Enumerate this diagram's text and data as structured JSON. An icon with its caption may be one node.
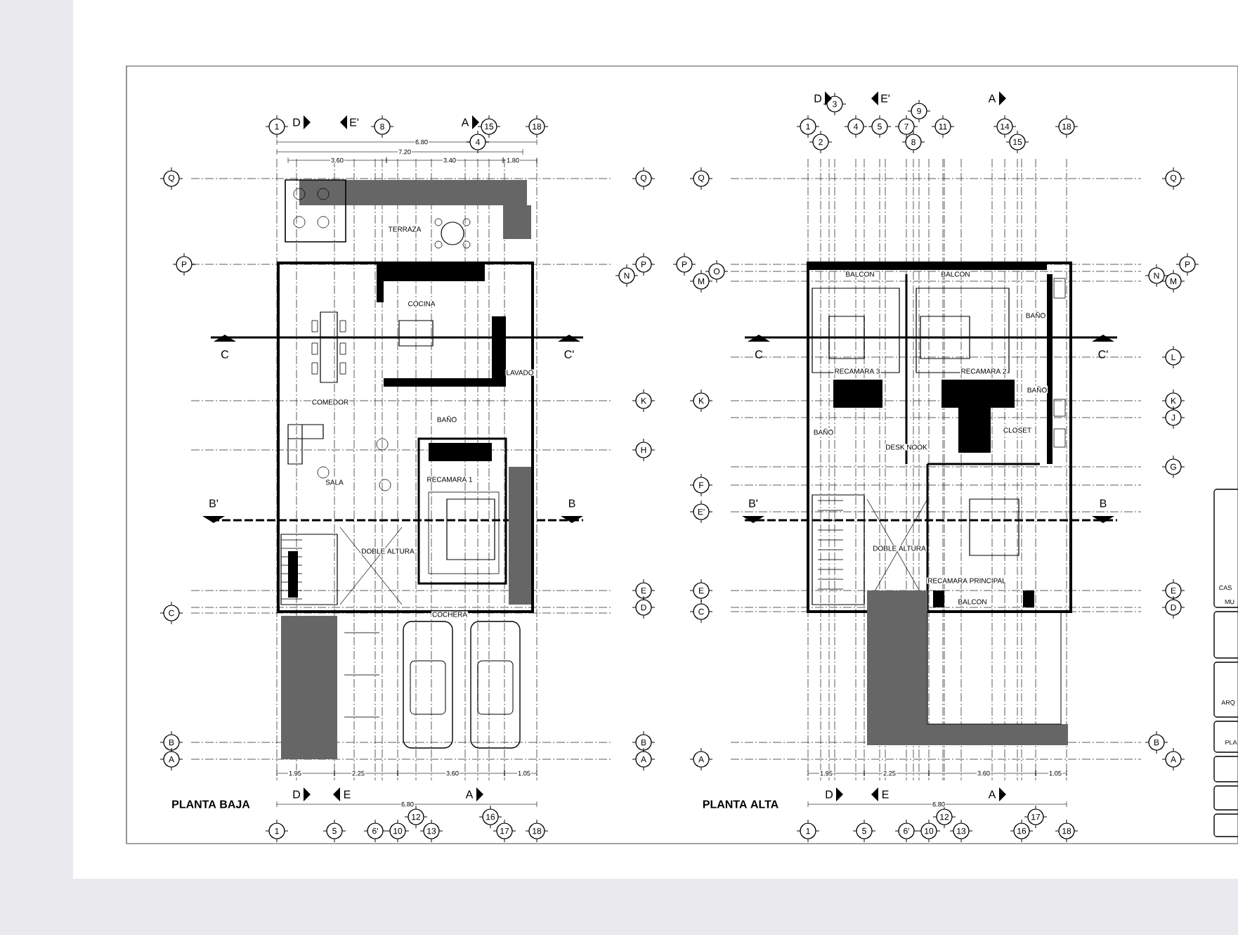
{
  "diagram": {
    "nodes": [
      {
        "text": [
          "1"
        ]
      },
      {
        "text": [
          "8"
        ]
      },
      {
        "text": [
          "15"
        ]
      },
      {
        "text": [
          "18"
        ]
      },
      {
        "text": [
          "4"
        ]
      },
      {
        "text": [
          "Q"
        ]
      },
      {
        "text": [
          "P"
        ]
      },
      {
        "text": [
          "C"
        ]
      },
      {
        "text": [
          "B"
        ]
      },
      {
        "text": [
          "A"
        ]
      },
      {
        "text": [
          "Q"
        ]
      },
      {
        "text": [
          "N"
        ]
      },
      {
        "text": [
          "P"
        ]
      },
      {
        "text": [
          "K"
        ]
      },
      {
        "text": [
          "H"
        ]
      },
      {
        "text": [
          "E"
        ]
      },
      {
        "text": [
          "D"
        ]
      },
      {
        "text": [
          "B"
        ]
      },
      {
        "text": [
          "A"
        ]
      },
      {
        "text": [
          "12"
        ]
      },
      {
        "text": [
          "16"
        ]
      },
      {
        "text": [
          "1"
        ]
      },
      {
        "text": [
          "5"
        ]
      },
      {
        "text": [
          "6'"
        ]
      },
      {
        "text": [
          "10"
        ]
      },
      {
        "text": [
          "13"
        ]
      },
      {
        "text": [
          "17"
        ]
      },
      {
        "text": [
          "18"
        ]
      },
      {
        "text": [
          "3"
        ]
      },
      {
        "text": [
          "9"
        ]
      },
      {
        "text": [
          "1"
        ]
      },
      {
        "text": [
          "4"
        ]
      },
      {
        "text": [
          "5"
        ]
      },
      {
        "text": [
          "7"
        ]
      },
      {
        "text": [
          "11"
        ]
      },
      {
        "text": [
          "14"
        ]
      },
      {
        "text": [
          "18"
        ]
      },
      {
        "text": [
          "2"
        ]
      },
      {
        "text": [
          "8"
        ]
      },
      {
        "text": [
          "15"
        ]
      },
      {
        "text": [
          "Q"
        ]
      },
      {
        "text": [
          "P"
        ]
      },
      {
        "text": [
          "O"
        ]
      },
      {
        "text": [
          "M"
        ]
      },
      {
        "text": [
          "K"
        ]
      },
      {
        "text": [
          "F"
        ]
      },
      {
        "text": [
          "E'"
        ]
      },
      {
        "text": [
          "E"
        ]
      },
      {
        "text": [
          "C"
        ]
      },
      {
        "text": [
          "A"
        ]
      },
      {
        "text": [
          "Q"
        ]
      },
      {
        "text": [
          "P"
        ]
      },
      {
        "text": [
          "N"
        ]
      },
      {
        "text": [
          "M"
        ]
      },
      {
        "text": [
          "L"
        ]
      },
      {
        "text": [
          "K"
        ]
      },
      {
        "text": [
          "J"
        ]
      },
      {
        "text": [
          "G"
        ]
      },
      {
        "text": [
          "E"
        ]
      },
      {
        "text": [
          "D"
        ]
      },
      {
        "text": [
          "B"
        ]
      },
      {
        "text": [
          "A"
        ]
      },
      {
        "text": [
          "12"
        ]
      },
      {
        "text": [
          "17"
        ]
      },
      {
        "text": [
          "1"
        ]
      },
      {
        "text": [
          "5"
        ]
      },
      {
        "text": [
          "6'"
        ]
      },
      {
        "text": [
          "10"
        ]
      },
      {
        "text": [
          "13"
        ]
      },
      {
        "text": [
          "16"
        ]
      },
      {
        "text": [
          "18"
        ]
      }
    ],
    "labels": [
      "D",
      "E'",
      "A",
      "6.80",
      "7.20",
      "3.60",
      "3.40",
      "1.80",
      "TERRAZA",
      "COCINA",
      "C",
      "C'",
      "LAVADO",
      "COMEDOR",
      "BAÑO",
      "SALA",
      "RECAMARA 1",
      "B'",
      "B",
      "DOBLE ALTURA",
      "COCHERA",
      "1.95",
      "2.25",
      "3.60",
      "1.05",
      "6.80",
      "D",
      "E",
      "A",
      "PLANTA BAJA",
      "D",
      "E'",
      "A",
      "BALCON",
      "BALCON",
      "BAÑO",
      "C",
      "C'",
      "RECAMARA 3",
      "RECAMARA 2",
      "BAÑO",
      "BAÑO",
      "CLOSET",
      "DESK NOOK",
      "B'",
      "B",
      "DOBLE ALTURA",
      "RECAMARA PRINCIPAL",
      "BALCON",
      "1.95",
      "2.25",
      "3.60",
      "1.05",
      "6.80",
      "D",
      "E",
      "A",
      "PLANTA ALTA",
      "CAS",
      "MU",
      "ARQ",
      "PLA"
    ]
  }
}
